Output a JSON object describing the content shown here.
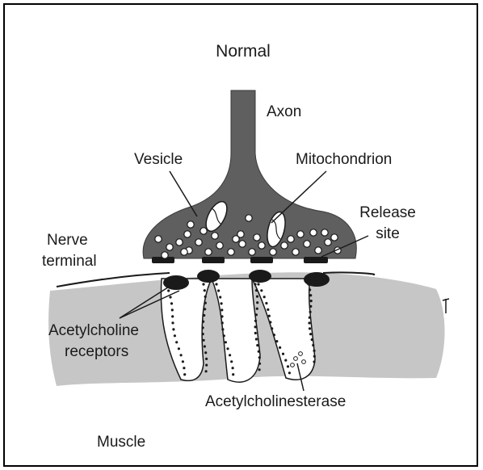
{
  "title": "Normal",
  "labels": {
    "axon": "Axon",
    "vesicle": "Vesicle",
    "mitochondrion": "Mitochondrion",
    "release_site": [
      "Release",
      "site"
    ],
    "nerve_terminal": [
      "Nerve",
      "terminal"
    ],
    "acetylcholine_receptors": [
      "Acetylcholine",
      "receptors"
    ],
    "acetylcholinesterase": "Acetylcholinesterase",
    "muscle": "Muscle"
  },
  "colors": {
    "terminal": "#5f5f5f",
    "muscle": "#c6c6c6",
    "ink": "#1a1a1a",
    "frame": "#000000"
  }
}
